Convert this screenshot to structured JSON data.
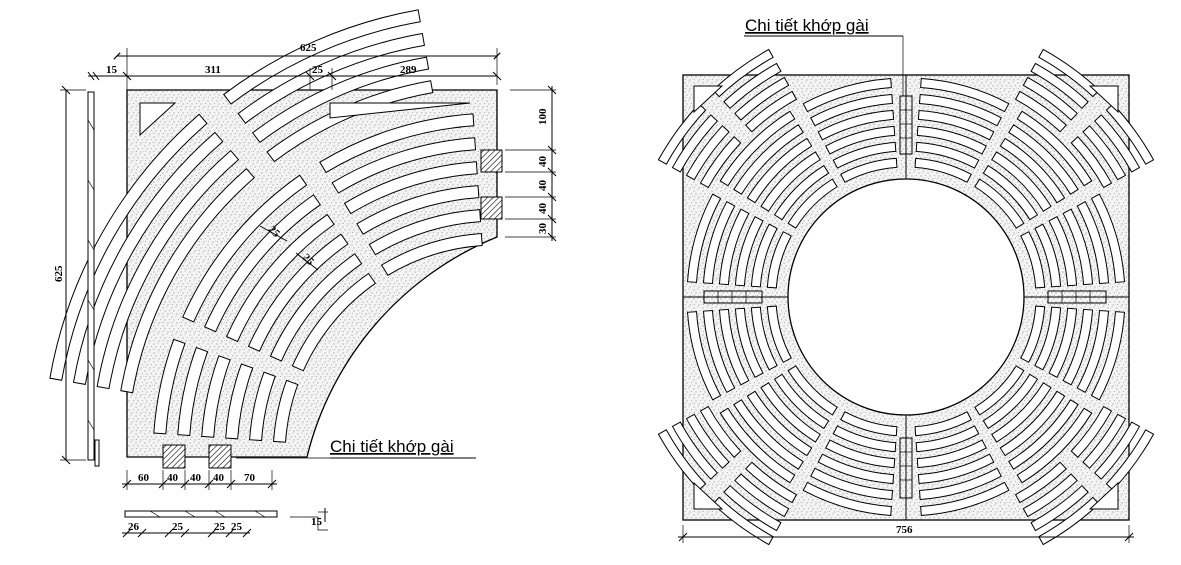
{
  "callouts": {
    "left": "Chi tiết khớp gài",
    "right": "Chi tiết khớp gài"
  },
  "dimensions": {
    "left_top_total": "625",
    "left_top_edge": "15",
    "left_top_a": "311",
    "left_top_b": "25",
    "left_top_c": "289",
    "left_side_total": "625",
    "right_100": "100",
    "right_40a": "40",
    "right_40b": "40",
    "right_40c": "40",
    "right_30": "30",
    "inner_25a": "25",
    "inner_25b": "25",
    "bottom_60": "60",
    "bottom_40a": "40",
    "bottom_40b": "40",
    "bottom_40c": "40",
    "bottom_70": "70",
    "strip_26": "26",
    "strip_25a": "25",
    "strip_25b": "25",
    "strip_25c": "25",
    "strip_15": "15",
    "full_width": "756"
  },
  "colors": {
    "line": "#000000",
    "concrete_fill": "#f4f4f4",
    "stipple": "#555555",
    "hatch": "#000000"
  }
}
